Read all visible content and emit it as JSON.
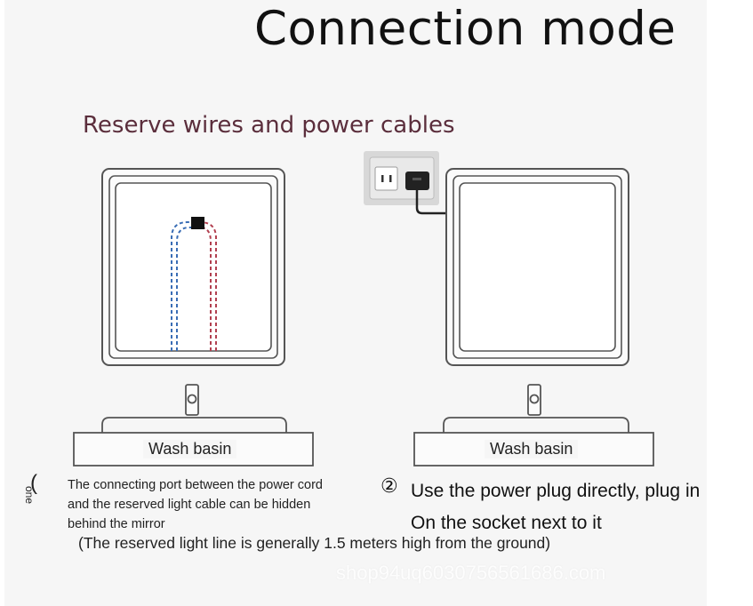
{
  "title": "Connection mode",
  "subtitle": "Reserve wires and power cables",
  "left_diagram": {
    "basin_label": "Wash basin"
  },
  "right_diagram": {
    "basin_label": "Wash basin"
  },
  "notes": {
    "step1_marker": "(",
    "step1_marker_rotated": "one",
    "step1_text": "The connecting port between the power cord and the reserved light cable can be hidden behind the mirror",
    "step2_marker": "②",
    "step2_line1": "Use the power plug directly, plug in",
    "step2_line2": "On the socket next to it",
    "height_note": "(The reserved light line is generally 1.5 meters high from the ground)"
  },
  "watermark": "shop94uq6030756561686.com",
  "colors": {
    "title": "#111111",
    "subtitle": "#5b2e3c",
    "wire_blue": "#3a6db5",
    "wire_red": "#b24050",
    "frame": "#555555"
  }
}
